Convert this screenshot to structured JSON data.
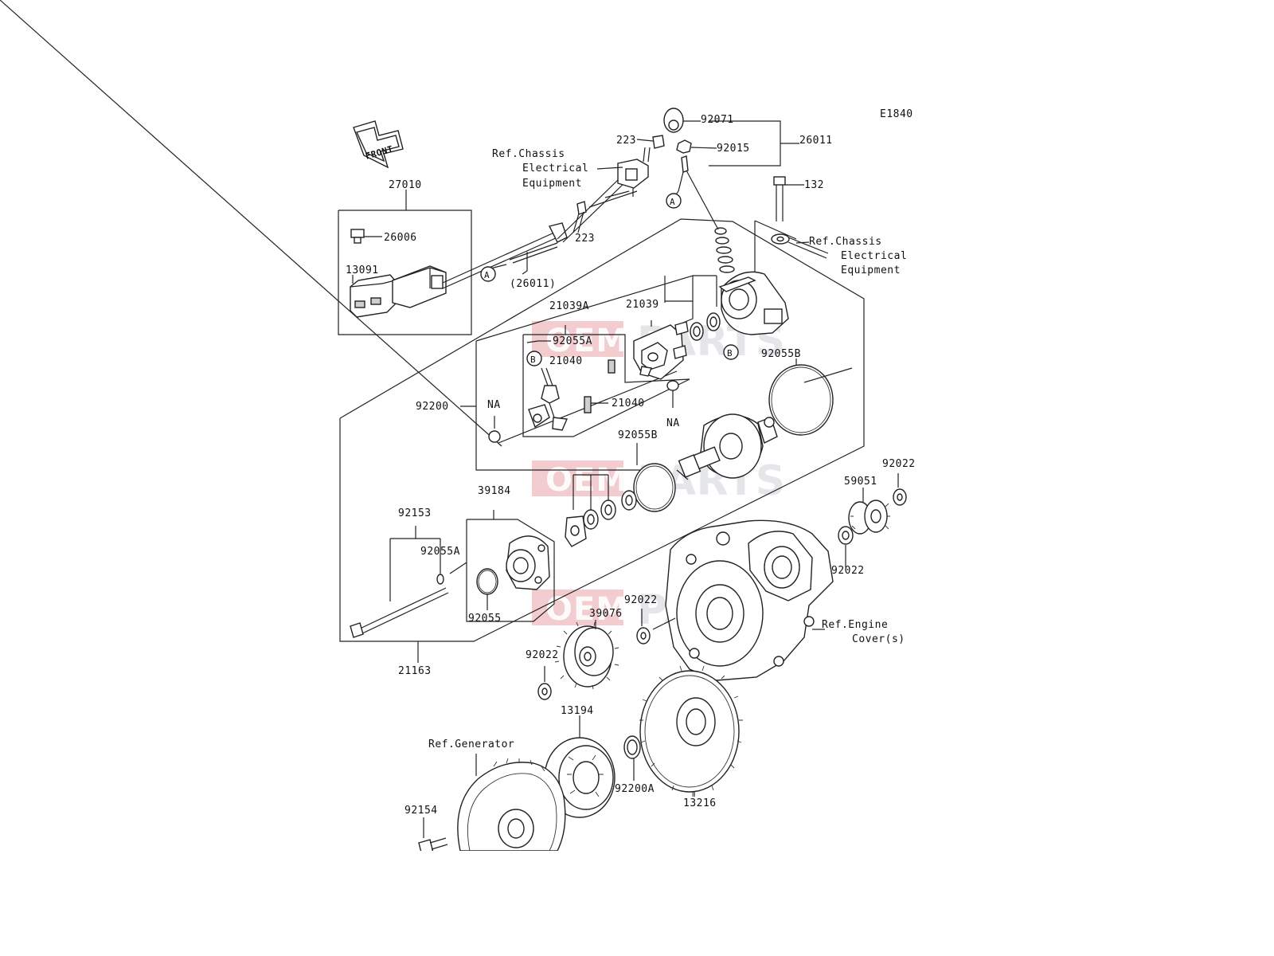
{
  "code": "E1840",
  "front_label": "FRONT",
  "watermark": {
    "left": "OEM",
    "right": "PARTS",
    "brand_color": "#e57f87"
  },
  "circle_marks": {
    "a": "A",
    "b": "B"
  },
  "labels": {
    "l92071": "92071",
    "l223a": "223",
    "l92015": "92015",
    "l26011": "26011",
    "refChassis1a": "Ref.Chassis",
    "refChassis1b": "Electrical",
    "refChassis1c": "Equipment",
    "l27010": "27010",
    "l132": "132",
    "l26006": "26006",
    "l223b": "223",
    "refChassis2a": "Ref.Chassis",
    "refChassis2b": "Electrical",
    "refChassis2c": "Equipment",
    "l13091": "13091",
    "l26011p": "(26011)",
    "l21039A": "21039A",
    "l21039": "21039",
    "l92055A1": "92055A",
    "l21040a": "21040",
    "l92055B1": "92055B",
    "l92200": "92200",
    "lNA1": "NA",
    "l21040b": "21040",
    "lNA2": "NA",
    "l92055B2": "92055B",
    "l92022a": "92022",
    "l59051": "59051",
    "l39184": "39184",
    "l92153": "92153",
    "l92055A2": "92055A",
    "l92022b": "92022",
    "l92022c": "92022",
    "l39076": "39076",
    "refEngineA": "Ref.Engine",
    "refEngineB": "Cover(s)",
    "l92055": "92055",
    "l21163": "21163",
    "l92022d": "92022",
    "l13194": "13194",
    "refGenerator": "Ref.Generator",
    "l92154": "92154",
    "l92200A": "92200A",
    "l13216": "13216"
  }
}
